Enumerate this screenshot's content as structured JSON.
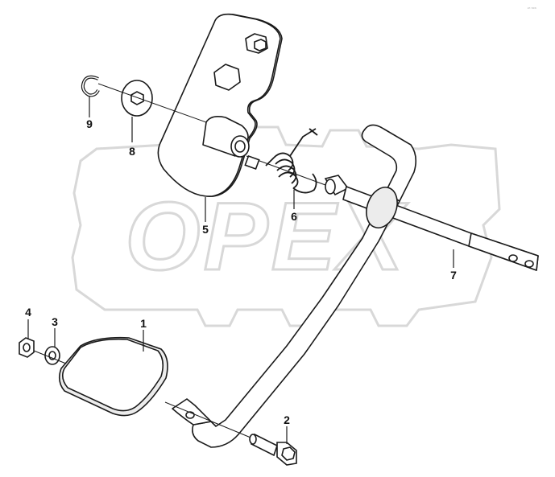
{
  "diagram": {
    "watermark": "OPEX",
    "corner_mark": "ᵖⁿ ʷʷʷ",
    "colors": {
      "line": "#1a1a1a",
      "part_fill": "#ffffff",
      "shading": "#e9e9e9",
      "watermark": "#d8d8d8"
    },
    "callouts": [
      {
        "id": "1",
        "label": "1",
        "part": "pedal-pad"
      },
      {
        "id": "2",
        "label": "2",
        "part": "bolt"
      },
      {
        "id": "3",
        "label": "3",
        "part": "washer"
      },
      {
        "id": "4",
        "label": "4",
        "part": "nut"
      },
      {
        "id": "5",
        "label": "5",
        "part": "bracket-plate"
      },
      {
        "id": "6",
        "label": "6",
        "part": "torsion-spring"
      },
      {
        "id": "7",
        "label": "7",
        "part": "pedal-arm-shaft"
      },
      {
        "id": "8",
        "label": "8",
        "part": "flat-washer"
      },
      {
        "id": "9",
        "label": "9",
        "part": "retaining-clip"
      }
    ]
  }
}
